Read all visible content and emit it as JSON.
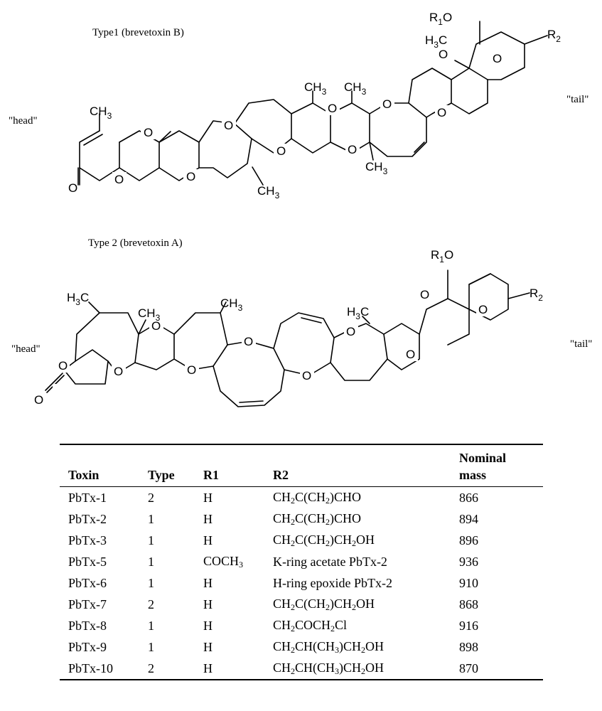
{
  "figure": {
    "type1_label": "Type1 (brevetoxin B)",
    "type2_label": "Type 2 (brevetoxin A)",
    "head_label": "\"head\"",
    "tail_label": "\"tail\"",
    "atoms": {
      "O": "O",
      "CH": "CH",
      "H": "H",
      "C": "C",
      "R": "R",
      "n3": "3",
      "n1": "1",
      "n2": "2"
    }
  },
  "table": {
    "headers": {
      "toxin": "Toxin",
      "type": "Type",
      "r1": "R1",
      "r2": "R2",
      "mass_line1": "Nominal",
      "mass_line2": "mass"
    },
    "rows": [
      {
        "toxin": "PbTx-1",
        "type": "2",
        "r1": "H",
        "r1_sub": "",
        "r2": [
          [
            "CH",
            ""
          ],
          [
            "2",
            true
          ],
          [
            "C(CH",
            ""
          ],
          [
            "2",
            true
          ],
          [
            ")CHO",
            ""
          ]
        ],
        "mass": "866"
      },
      {
        "toxin": "PbTx-2",
        "type": "1",
        "r1": "H",
        "r1_sub": "",
        "r2": [
          [
            "CH",
            ""
          ],
          [
            "2",
            true
          ],
          [
            "C(CH",
            ""
          ],
          [
            "2",
            true
          ],
          [
            ")CHO",
            ""
          ]
        ],
        "mass": "894"
      },
      {
        "toxin": "PbTx-3",
        "type": "1",
        "r1": "H",
        "r1_sub": "",
        "r2": [
          [
            "CH",
            ""
          ],
          [
            "2",
            true
          ],
          [
            "C(CH",
            ""
          ],
          [
            "2",
            true
          ],
          [
            ")CH",
            ""
          ],
          [
            "2",
            true
          ],
          [
            "OH",
            ""
          ]
        ],
        "mass": "896"
      },
      {
        "toxin": "PbTx-5",
        "type": "1",
        "r1": "COCH",
        "r1_sub": "3",
        "r2": [
          [
            "K-ring acetate PbTx-2",
            ""
          ]
        ],
        "mass": "936"
      },
      {
        "toxin": "PbTx-6",
        "type": "1",
        "r1": "H",
        "r1_sub": "",
        "r2": [
          [
            "H-ring epoxide PbTx-2",
            ""
          ]
        ],
        "mass": "910"
      },
      {
        "toxin": "PbTx-7",
        "type": "2",
        "r1": "H",
        "r1_sub": "",
        "r2": [
          [
            "CH",
            ""
          ],
          [
            "2",
            true
          ],
          [
            "C(CH",
            ""
          ],
          [
            "2",
            true
          ],
          [
            ")CH",
            ""
          ],
          [
            "2",
            true
          ],
          [
            "OH",
            ""
          ]
        ],
        "mass": "868"
      },
      {
        "toxin": "PbTx-8",
        "type": "1",
        "r1": "H",
        "r1_sub": "",
        "r2": [
          [
            "CH",
            ""
          ],
          [
            "2",
            true
          ],
          [
            "COCH",
            ""
          ],
          [
            "2",
            true
          ],
          [
            "Cl",
            ""
          ]
        ],
        "mass": "916"
      },
      {
        "toxin": "PbTx-9",
        "type": "1",
        "r1": "H",
        "r1_sub": "",
        "r2": [
          [
            "CH",
            ""
          ],
          [
            "2",
            true
          ],
          [
            "CH(CH",
            ""
          ],
          [
            "3",
            true
          ],
          [
            ")CH",
            ""
          ],
          [
            "2",
            true
          ],
          [
            "OH",
            ""
          ]
        ],
        "mass": "898"
      },
      {
        "toxin": "PbTx-10",
        "type": "2",
        "r1": "H",
        "r1_sub": "",
        "r2": [
          [
            "CH",
            ""
          ],
          [
            "2",
            true
          ],
          [
            "CH(CH",
            ""
          ],
          [
            "3",
            true
          ],
          [
            ")CH",
            ""
          ],
          [
            "2",
            true
          ],
          [
            "OH",
            ""
          ]
        ],
        "mass": "870"
      }
    ]
  }
}
